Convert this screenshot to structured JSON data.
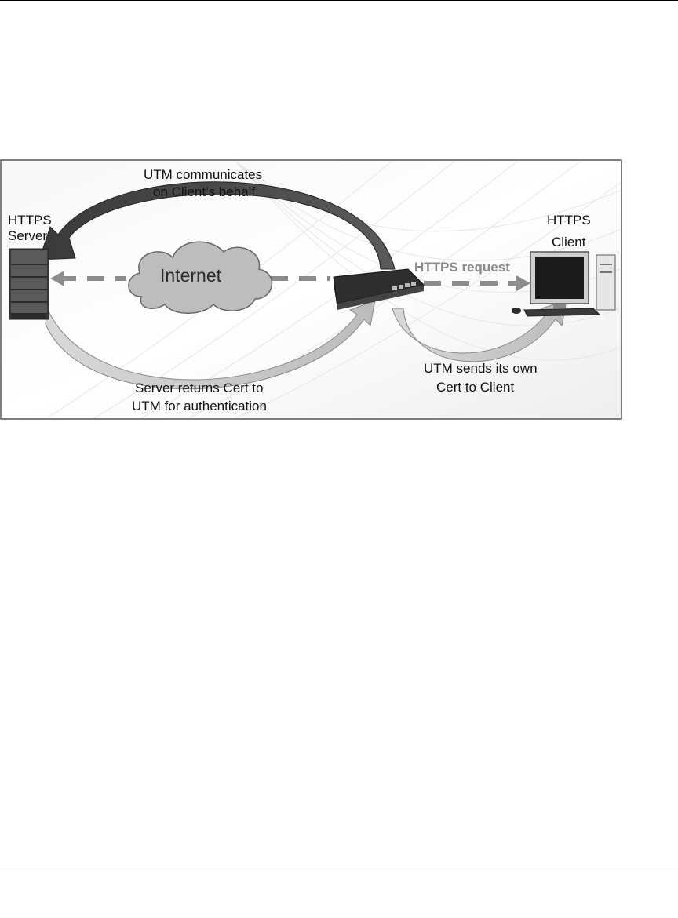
{
  "diagram": {
    "server_label_line1": "HTTPS",
    "server_label_line2": "Server",
    "client_label_line1": "HTTPS",
    "client_label_line2": "Client",
    "internet_label": "Internet",
    "top_caption_line1": "UTM communicates",
    "top_caption_line2": "on Client’s behalf",
    "https_request_label": "HTTPS request",
    "bottom_left_caption_line1": "Server returns Cert to",
    "bottom_left_caption_line2": "UTM for authentication",
    "bottom_right_caption_line1": "UTM sends its own",
    "bottom_right_caption_line2": "Cert to Client"
  },
  "colors": {
    "dark_arrow": "#4a4a4a",
    "light_arrow": "#cfcfcf",
    "dashed_line": "#8c8c8c",
    "cloud": "#bdbdbd"
  }
}
